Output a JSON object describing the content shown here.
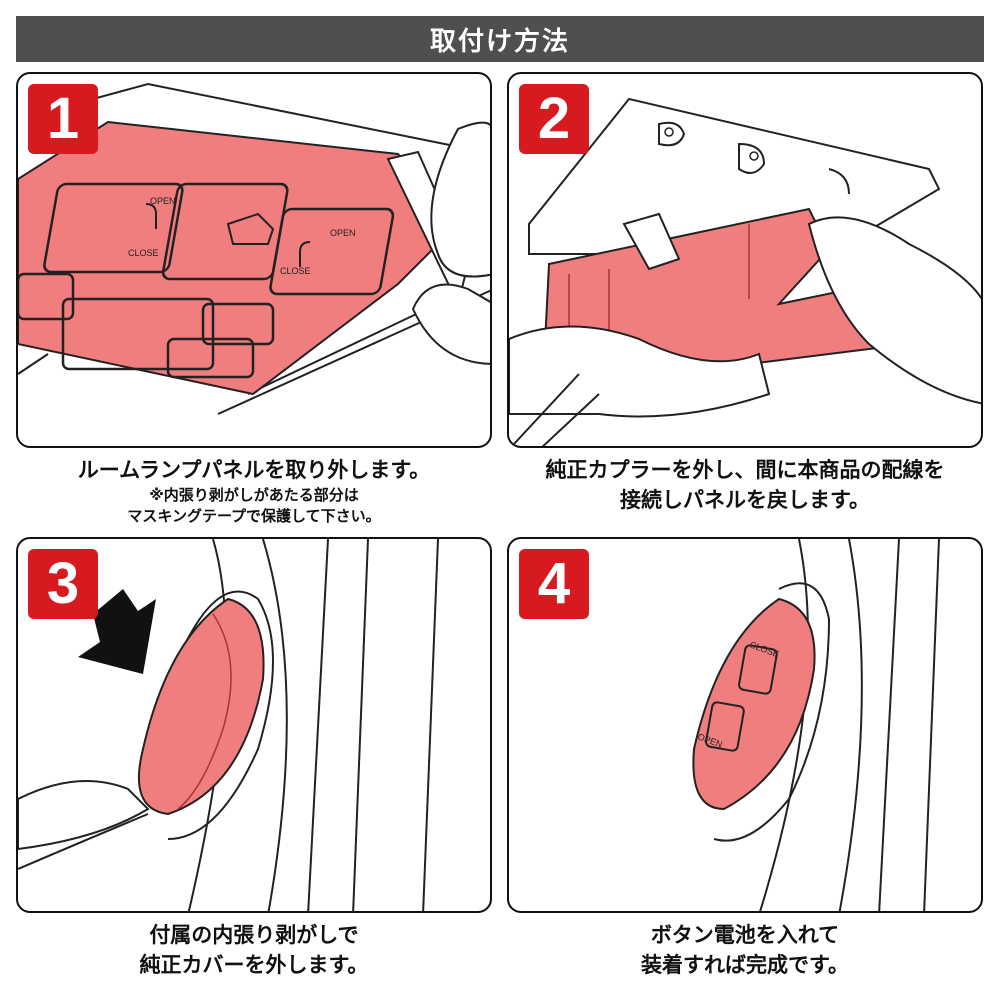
{
  "header": {
    "title": "取付け方法"
  },
  "steps": [
    {
      "number": "1",
      "lines": [
        "ルームランプパネルを取り外します。"
      ],
      "notes": [
        "※内張り剥がしがあたる部分は",
        "マスキングテープで保護して下さい。"
      ],
      "labels": {
        "open_left": "OPEN",
        "close_left": "CLOSE",
        "open_right": "OPEN",
        "close_right": "CLOSE"
      }
    },
    {
      "number": "2",
      "lines": [
        "純正カプラーを外し、間に本商品の配線を",
        "接続しパネルを戻します。"
      ]
    },
    {
      "number": "3",
      "lines": [
        "付属の内張り剥がしで",
        "純正カバーを外します。"
      ]
    },
    {
      "number": "4",
      "lines": [
        "ボタン電池を入れて",
        "装着すれば完成です。"
      ],
      "labels": {
        "close": "CLOSE",
        "open": "OPEN"
      }
    }
  ],
  "colors": {
    "highlight": "#f07e7e",
    "badge": "#d71920",
    "header": "#4f4f4f"
  }
}
